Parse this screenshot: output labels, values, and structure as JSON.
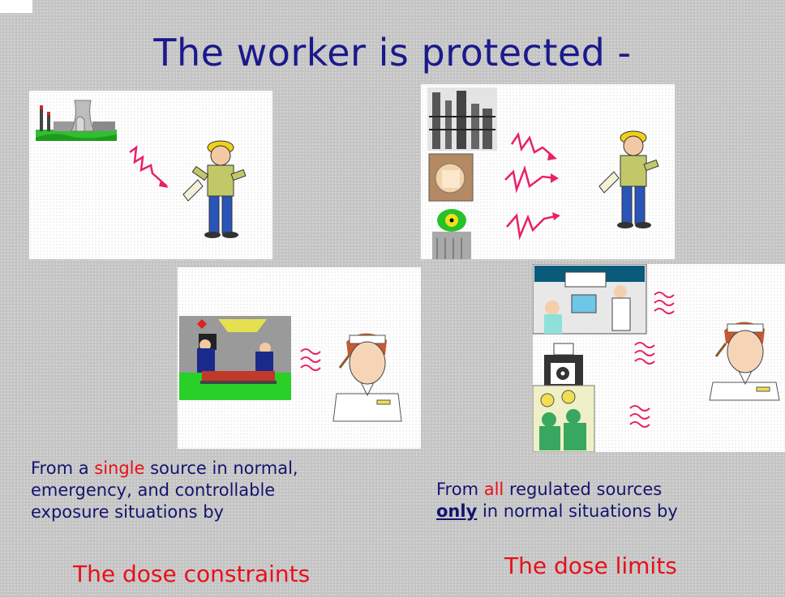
{
  "title": "The worker is protected -",
  "left_caption": {
    "line1_a": "From a ",
    "line1_highlight": "single",
    "line1_b": " source in normal,",
    "line2": "emergency, and controllable",
    "line3": "exposure situations by"
  },
  "right_caption": {
    "line1_a": "From ",
    "line1_highlight": "all",
    "line1_b": " regulated sources",
    "line2_emph": "only",
    "line2_b": " in normal situations by"
  },
  "left_result": "The dose constraints",
  "right_result": "The dose limits",
  "colors": {
    "title": "#1a1a8c",
    "caption": "#14146e",
    "highlight": "#e8101a",
    "radiation_wave": "#e8206a"
  },
  "illustrations": [
    {
      "name": "power-plant-source",
      "icon": "nuclear-plant-icon"
    },
    {
      "name": "industrial-facility-source",
      "icon": "factory-icon"
    },
    {
      "name": "medical-scanner-source",
      "icon": "scanner-icon"
    },
    {
      "name": "radioactive-waste-source",
      "icon": "radioactive-vessel-icon"
    },
    {
      "name": "emergency-rescue-scene",
      "icon": "rescue-icon"
    },
    {
      "name": "radiology-room-source",
      "icon": "radiology-icon"
    },
    {
      "name": "radioactive-bottle-source",
      "icon": "radioactive-bottle-icon"
    },
    {
      "name": "surgery-room-source",
      "icon": "surgery-icon"
    },
    {
      "name": "hardhat-worker",
      "icon": "worker-icon"
    },
    {
      "name": "nurse-worker",
      "icon": "nurse-icon"
    }
  ]
}
